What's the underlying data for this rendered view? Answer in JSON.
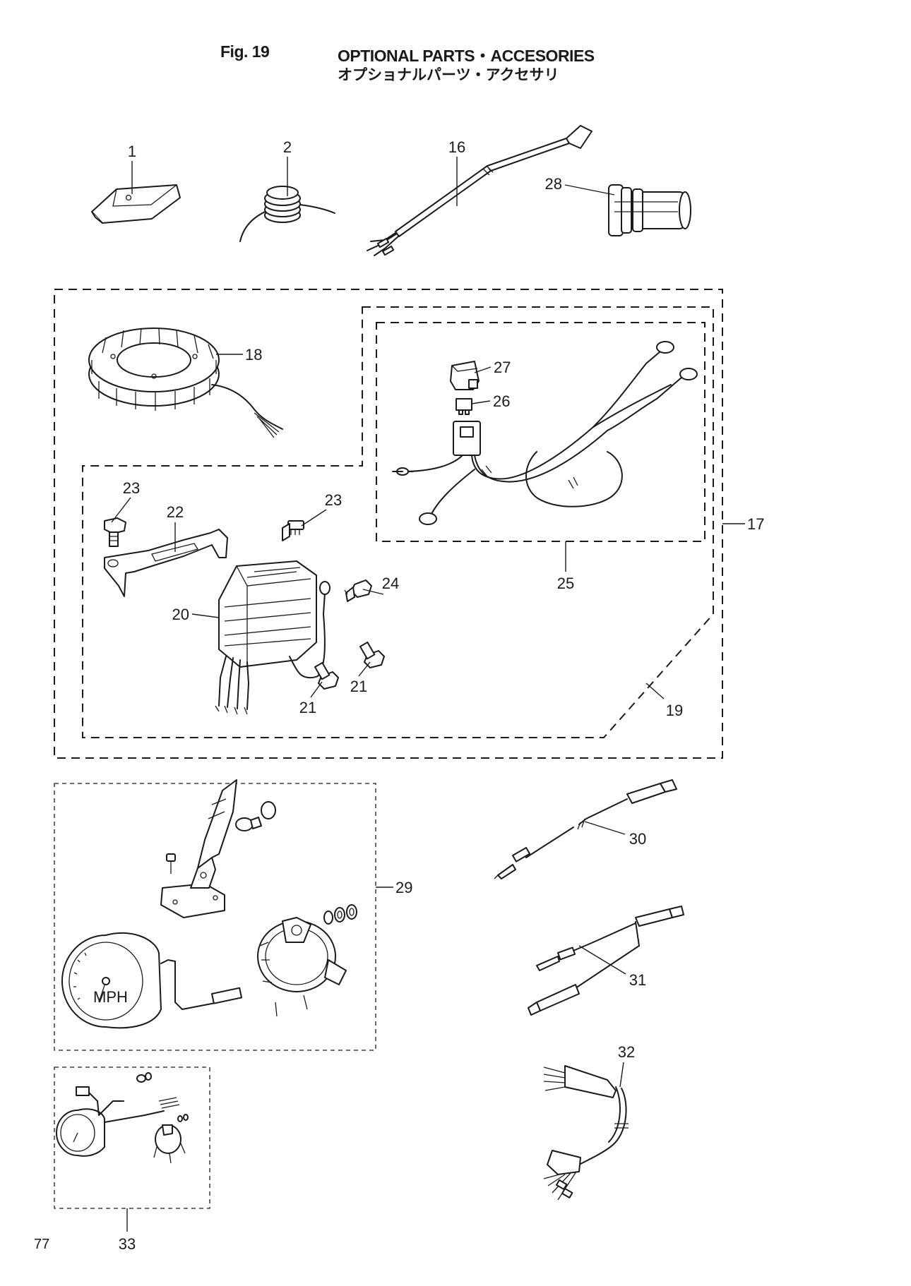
{
  "header": {
    "figure_number": "Fig. 19",
    "title_en": "OPTIONAL PARTS・ACCESORIES",
    "title_ja": "オプショナルパーツ・アクセサリ"
  },
  "page_number": "77",
  "callouts": [
    {
      "id": "c1",
      "text": "1"
    },
    {
      "id": "c2",
      "text": "2"
    },
    {
      "id": "c16",
      "text": "16"
    },
    {
      "id": "c28",
      "text": "28"
    },
    {
      "id": "c18",
      "text": "18"
    },
    {
      "id": "c27",
      "text": "27"
    },
    {
      "id": "c26",
      "text": "26"
    },
    {
      "id": "c17",
      "text": "17"
    },
    {
      "id": "c25",
      "text": "25"
    },
    {
      "id": "c23a",
      "text": "23"
    },
    {
      "id": "c22",
      "text": "22"
    },
    {
      "id": "c23b",
      "text": "23"
    },
    {
      "id": "c24",
      "text": "24"
    },
    {
      "id": "c20",
      "text": "20"
    },
    {
      "id": "c21a",
      "text": "21"
    },
    {
      "id": "c21b",
      "text": "21"
    },
    {
      "id": "c19",
      "text": "19"
    },
    {
      "id": "c29",
      "text": "29"
    },
    {
      "id": "c30",
      "text": "30"
    },
    {
      "id": "c31",
      "text": "31"
    },
    {
      "id": "c32",
      "text": "32"
    },
    {
      "id": "c33",
      "text": "33"
    }
  ],
  "gauge_text": "MPH"
}
